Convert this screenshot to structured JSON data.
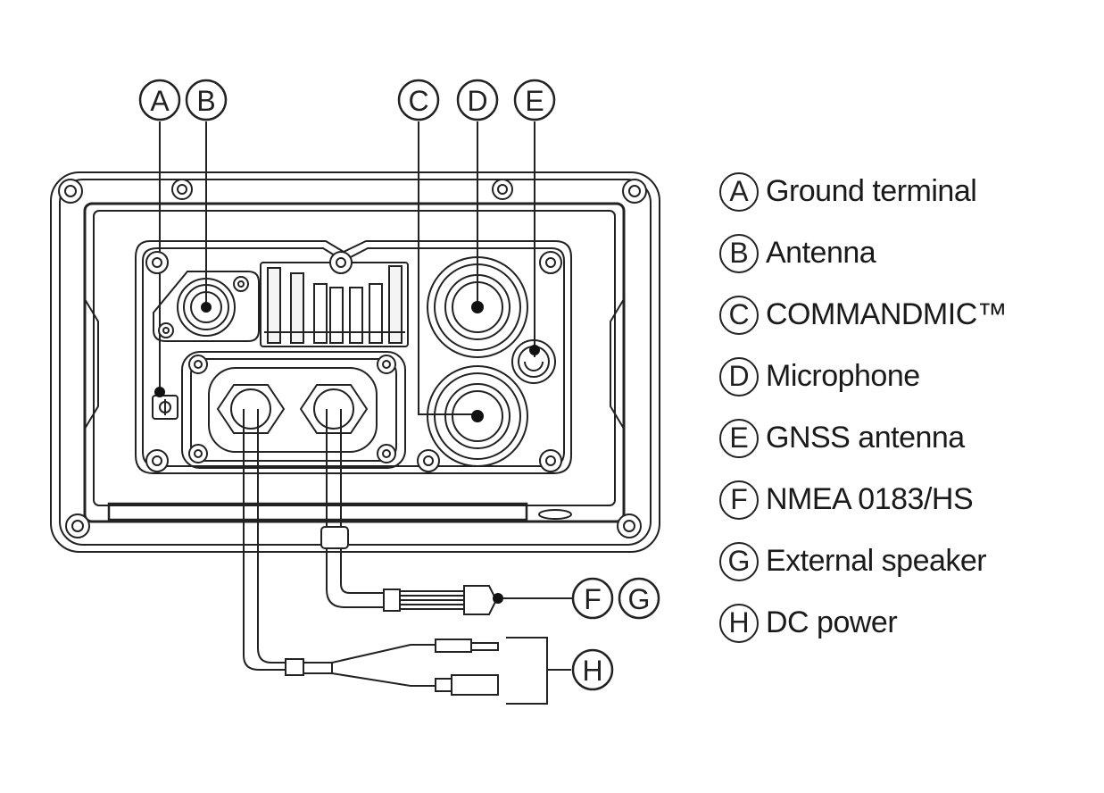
{
  "callouts": {
    "A": "A",
    "B": "B",
    "C": "C",
    "D": "D",
    "E": "E",
    "F": "F",
    "G": "G",
    "H": "H"
  },
  "legend": [
    {
      "letter": "A",
      "label": "Ground terminal"
    },
    {
      "letter": "B",
      "label": "Antenna"
    },
    {
      "letter": "C",
      "label": "COMMANDMIC™"
    },
    {
      "letter": "D",
      "label": "Microphone"
    },
    {
      "letter": "E",
      "label": "GNSS antenna"
    },
    {
      "letter": "F",
      "label": "NMEA 0183/HS"
    },
    {
      "letter": "G",
      "label": "External speaker"
    },
    {
      "letter": "H",
      "label": "DC power"
    }
  ],
  "colors": {
    "line": "#222222",
    "background": "#ffffff"
  }
}
